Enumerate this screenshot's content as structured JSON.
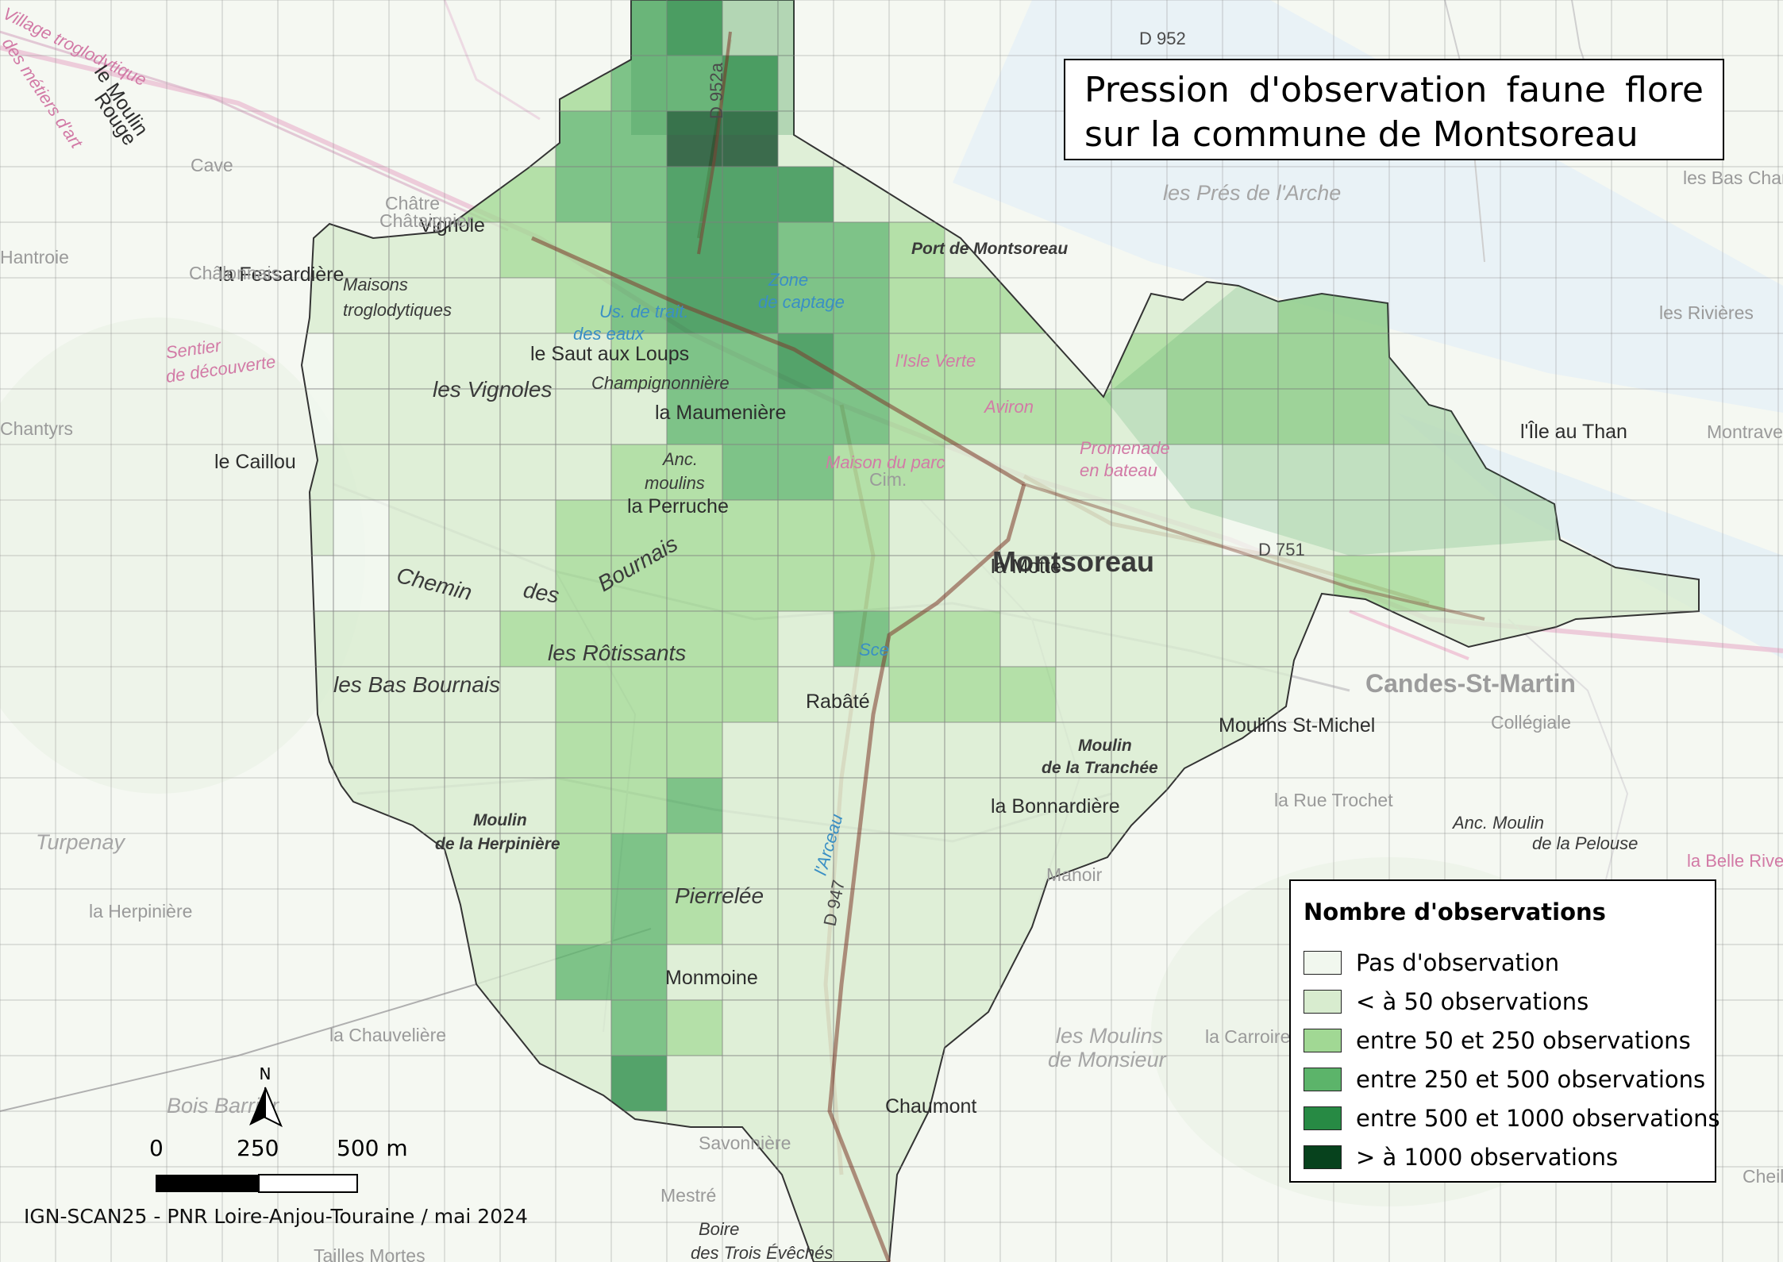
{
  "title": {
    "line1": "Pression d'observation faune flore",
    "line2": "sur la commune de Montsoreau"
  },
  "legend": {
    "title": "Nombre d'observations",
    "classes": [
      {
        "label": "Pas d'observation",
        "color": "#f1f7ee"
      },
      {
        "label": "< à 50 observations",
        "color": "#d8eccf"
      },
      {
        "label": "entre 50 et 250 observations",
        "color": "#a1d894"
      },
      {
        "label": "entre 250 et 500 observations",
        "color": "#5cb46a"
      },
      {
        "label": "entre 500 et 1000 observations",
        "color": "#278a44"
      },
      {
        "label": "> à 1000 observations",
        "color": "#07421d"
      }
    ]
  },
  "scale_bar": {
    "labels": [
      "0",
      "250",
      "500 m"
    ]
  },
  "north_arrow": {
    "label": "N"
  },
  "credit": "IGN-SCAN25 - PNR Loire-Anjou-Touraine / mai 2024",
  "basemap_labels": [
    {
      "text": "Village troglodytique",
      "style": "pink-italic"
    },
    {
      "text": "des métiers d'art",
      "style": "pink-italic"
    },
    {
      "text": "le Moulin",
      "style": "dark"
    },
    {
      "text": "Rouge",
      "style": "dark"
    },
    {
      "text": "Vignole",
      "style": "dark"
    },
    {
      "text": "la Fessardière",
      "style": "dark"
    },
    {
      "text": "Maisons",
      "style": "italic"
    },
    {
      "text": "troglodytiques",
      "style": "italic"
    },
    {
      "text": "Sentier",
      "style": "pink-italic"
    },
    {
      "text": "de découverte",
      "style": "pink-italic"
    },
    {
      "text": "les Vignoles",
      "style": "dark-large"
    },
    {
      "text": "le Saut aux Loups",
      "style": "dark"
    },
    {
      "text": "Champignonnière",
      "style": "italic"
    },
    {
      "text": "la Maumenière",
      "style": "dark"
    },
    {
      "text": "le Caillou",
      "style": "dark"
    },
    {
      "text": "Anc.",
      "style": "italic"
    },
    {
      "text": "moulins",
      "style": "italic"
    },
    {
      "text": "la Perruche",
      "style": "dark"
    },
    {
      "text": "Chemin",
      "style": "dark-large"
    },
    {
      "text": "des",
      "style": "dark-large"
    },
    {
      "text": "Bournais",
      "style": "dark-large"
    },
    {
      "text": "les Rôtissants",
      "style": "dark-large"
    },
    {
      "text": "les Bas Bournais",
      "style": "dark-large"
    },
    {
      "text": "Turpenay",
      "style": "gray-large"
    },
    {
      "text": "Moulin",
      "style": "italic-bold"
    },
    {
      "text": "de la Herpinière",
      "style": "italic-bold"
    },
    {
      "text": "la Herpinière",
      "style": "gray"
    },
    {
      "text": "Pierrelée",
      "style": "dark-large"
    },
    {
      "text": "Monmoine",
      "style": "dark"
    },
    {
      "text": "la Chauvelière",
      "style": "gray"
    },
    {
      "text": "Bois Barrier",
      "style": "gray-large"
    },
    {
      "text": "Rabâté",
      "style": "dark"
    },
    {
      "text": "Chaumont",
      "style": "dark"
    },
    {
      "text": "Montsoreau",
      "style": "town"
    },
    {
      "text": "la Motte",
      "style": "dark"
    },
    {
      "text": "Moulin",
      "style": "italic-bold"
    },
    {
      "text": "de la Tranchée",
      "style": "italic-bold"
    },
    {
      "text": "la Bonnardière",
      "style": "dark"
    },
    {
      "text": "Moulins St-Michel",
      "style": "dark"
    },
    {
      "text": "Candes-St-Martin",
      "style": "town-gray"
    },
    {
      "text": "la Rue Trochet",
      "style": "gray"
    },
    {
      "text": "Anc. Moulin",
      "style": "italic"
    },
    {
      "text": "de la Pelouse",
      "style": "italic"
    },
    {
      "text": "les Moulins",
      "style": "gray-large"
    },
    {
      "text": "de Monsieur",
      "style": "gray-large"
    },
    {
      "text": "la Carroire",
      "style": "gray"
    },
    {
      "text": "les Prés de l'Arche",
      "style": "gray-large"
    },
    {
      "text": "Port de Montsoreau",
      "style": "italic-bold"
    },
    {
      "text": "Zone",
      "style": "blue-italic"
    },
    {
      "text": "de captage",
      "style": "blue-italic"
    },
    {
      "text": "l'Isle Verte",
      "style": "pink-italic"
    },
    {
      "text": "Aviron",
      "style": "pink-italic"
    },
    {
      "text": "Promenade",
      "style": "pink-italic"
    },
    {
      "text": "en bateau",
      "style": "pink-italic"
    },
    {
      "text": "Maison du parc",
      "style": "pink-italic"
    },
    {
      "text": "l'Île au Than",
      "style": "dark"
    },
    {
      "text": "les Bas Champs",
      "style": "gray"
    },
    {
      "text": "les Rivières",
      "style": "gray"
    },
    {
      "text": "Montravers",
      "style": "gray"
    },
    {
      "text": "la Belle Rive",
      "style": "pink"
    },
    {
      "text": "Mestré",
      "style": "gray"
    },
    {
      "text": "Boire",
      "style": "italic"
    },
    {
      "text": "des Trois Évêchés",
      "style": "italic"
    },
    {
      "text": "Tailles Mortes",
      "style": "gray"
    },
    {
      "text": "Savonnière",
      "style": "gray"
    },
    {
      "text": "D 952a",
      "style": "road"
    },
    {
      "text": "D 947",
      "style": "road"
    },
    {
      "text": "D 751",
      "style": "road"
    },
    {
      "text": "D 952",
      "style": "road"
    },
    {
      "text": "Châtaignier",
      "style": "gray"
    },
    {
      "text": "Cave",
      "style": "gray"
    },
    {
      "text": "Châtre",
      "style": "gray"
    },
    {
      "text": "l'Arceau",
      "style": "blue-italic"
    },
    {
      "text": "Us. de trait.",
      "style": "blue-italic"
    },
    {
      "text": "des eaux",
      "style": "blue-italic"
    },
    {
      "text": "Châlonnais",
      "style": "gray"
    },
    {
      "text": "Hantroie",
      "style": "gray"
    },
    {
      "text": "Chantyrs",
      "style": "gray"
    },
    {
      "text": "Cim.",
      "style": "gray"
    },
    {
      "text": "Sce",
      "style": "blue-italic"
    },
    {
      "text": "Manoir",
      "style": "gray"
    },
    {
      "text": "Collégiale",
      "style": "gray"
    },
    {
      "text": "Cheillé",
      "style": "gray"
    }
  ]
}
